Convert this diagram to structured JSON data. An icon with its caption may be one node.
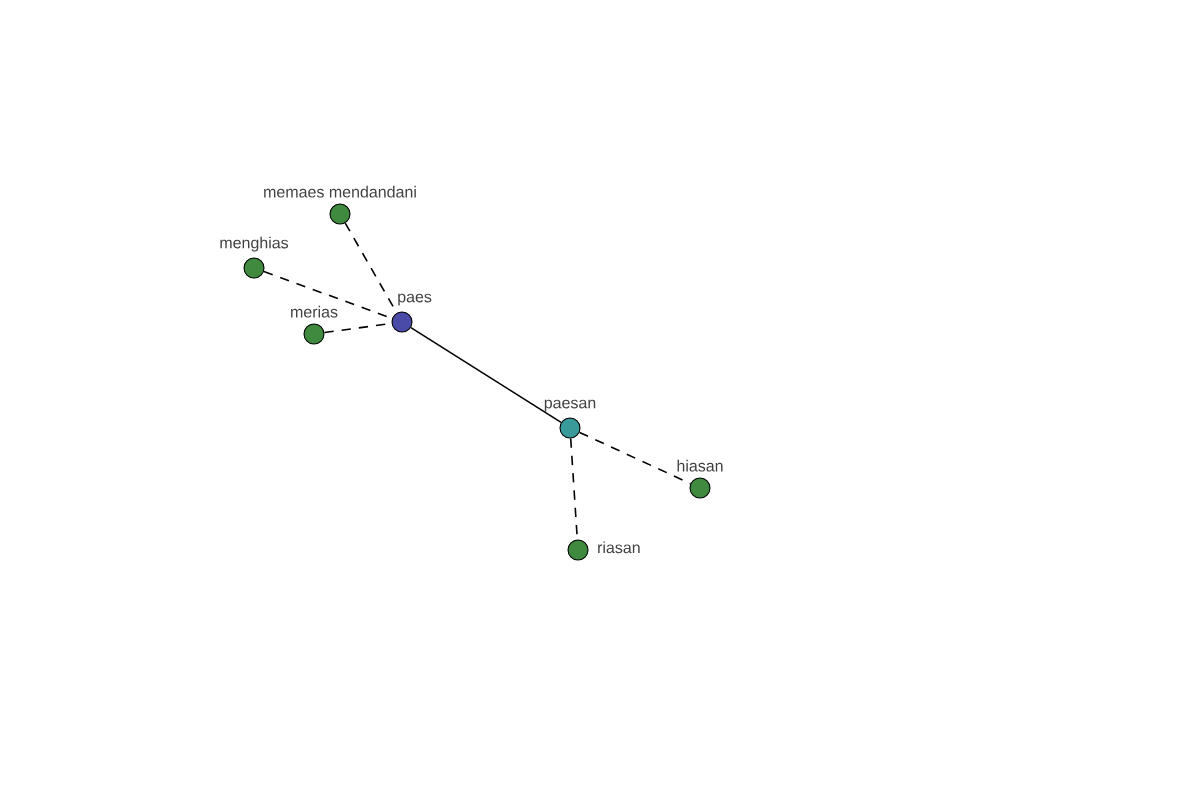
{
  "diagram": {
    "nodes": [
      {
        "text": [
          "memaes mendandani"
        ]
      },
      {
        "text": [
          "menghias"
        ]
      },
      {
        "text": [
          "paes"
        ]
      },
      {
        "text": [
          "merias"
        ]
      },
      {
        "text": [
          "paesan"
        ]
      },
      {
        "text": [
          "hiasan"
        ]
      },
      {
        "text": [
          "riasan"
        ]
      }
    ],
    "edges": [
      {
        "from": 0,
        "to": 2,
        "arrow": "none",
        "style": "dashed"
      },
      {
        "from": 1,
        "to": 2,
        "arrow": "none",
        "style": "dashed"
      },
      {
        "from": 3,
        "to": 2,
        "arrow": "none",
        "style": "dashed"
      },
      {
        "from": 2,
        "to": 4,
        "arrow": "none"
      },
      {
        "from": 4,
        "to": 5,
        "arrow": "none",
        "style": "dashed"
      },
      {
        "from": 4,
        "to": 6,
        "arrow": "none",
        "style": "dashed"
      }
    ]
  }
}
